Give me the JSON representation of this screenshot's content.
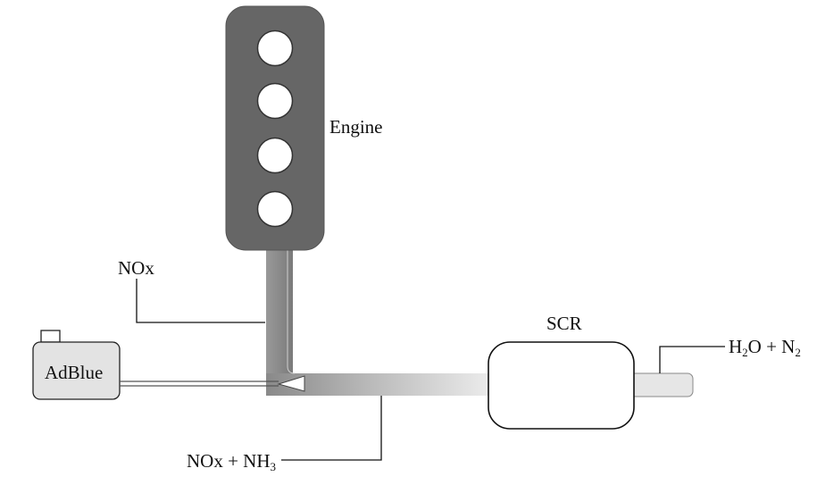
{
  "labels": {
    "engine": "Engine",
    "nox": "NOx",
    "adblue": "AdBlue",
    "scr": "SCR",
    "output": {
      "part1": "H",
      "sub1": "2",
      "part2": "O + N",
      "sub2": "2"
    },
    "mixture": {
      "part1": "NOx + NH",
      "sub1": "3"
    }
  },
  "colors": {
    "engine_block": "#666666",
    "exhaust_pipe": "#8a8a8a",
    "tank_fill": "#e3e3e3",
    "scr_fill": "#ffffff",
    "line": "#111111"
  }
}
